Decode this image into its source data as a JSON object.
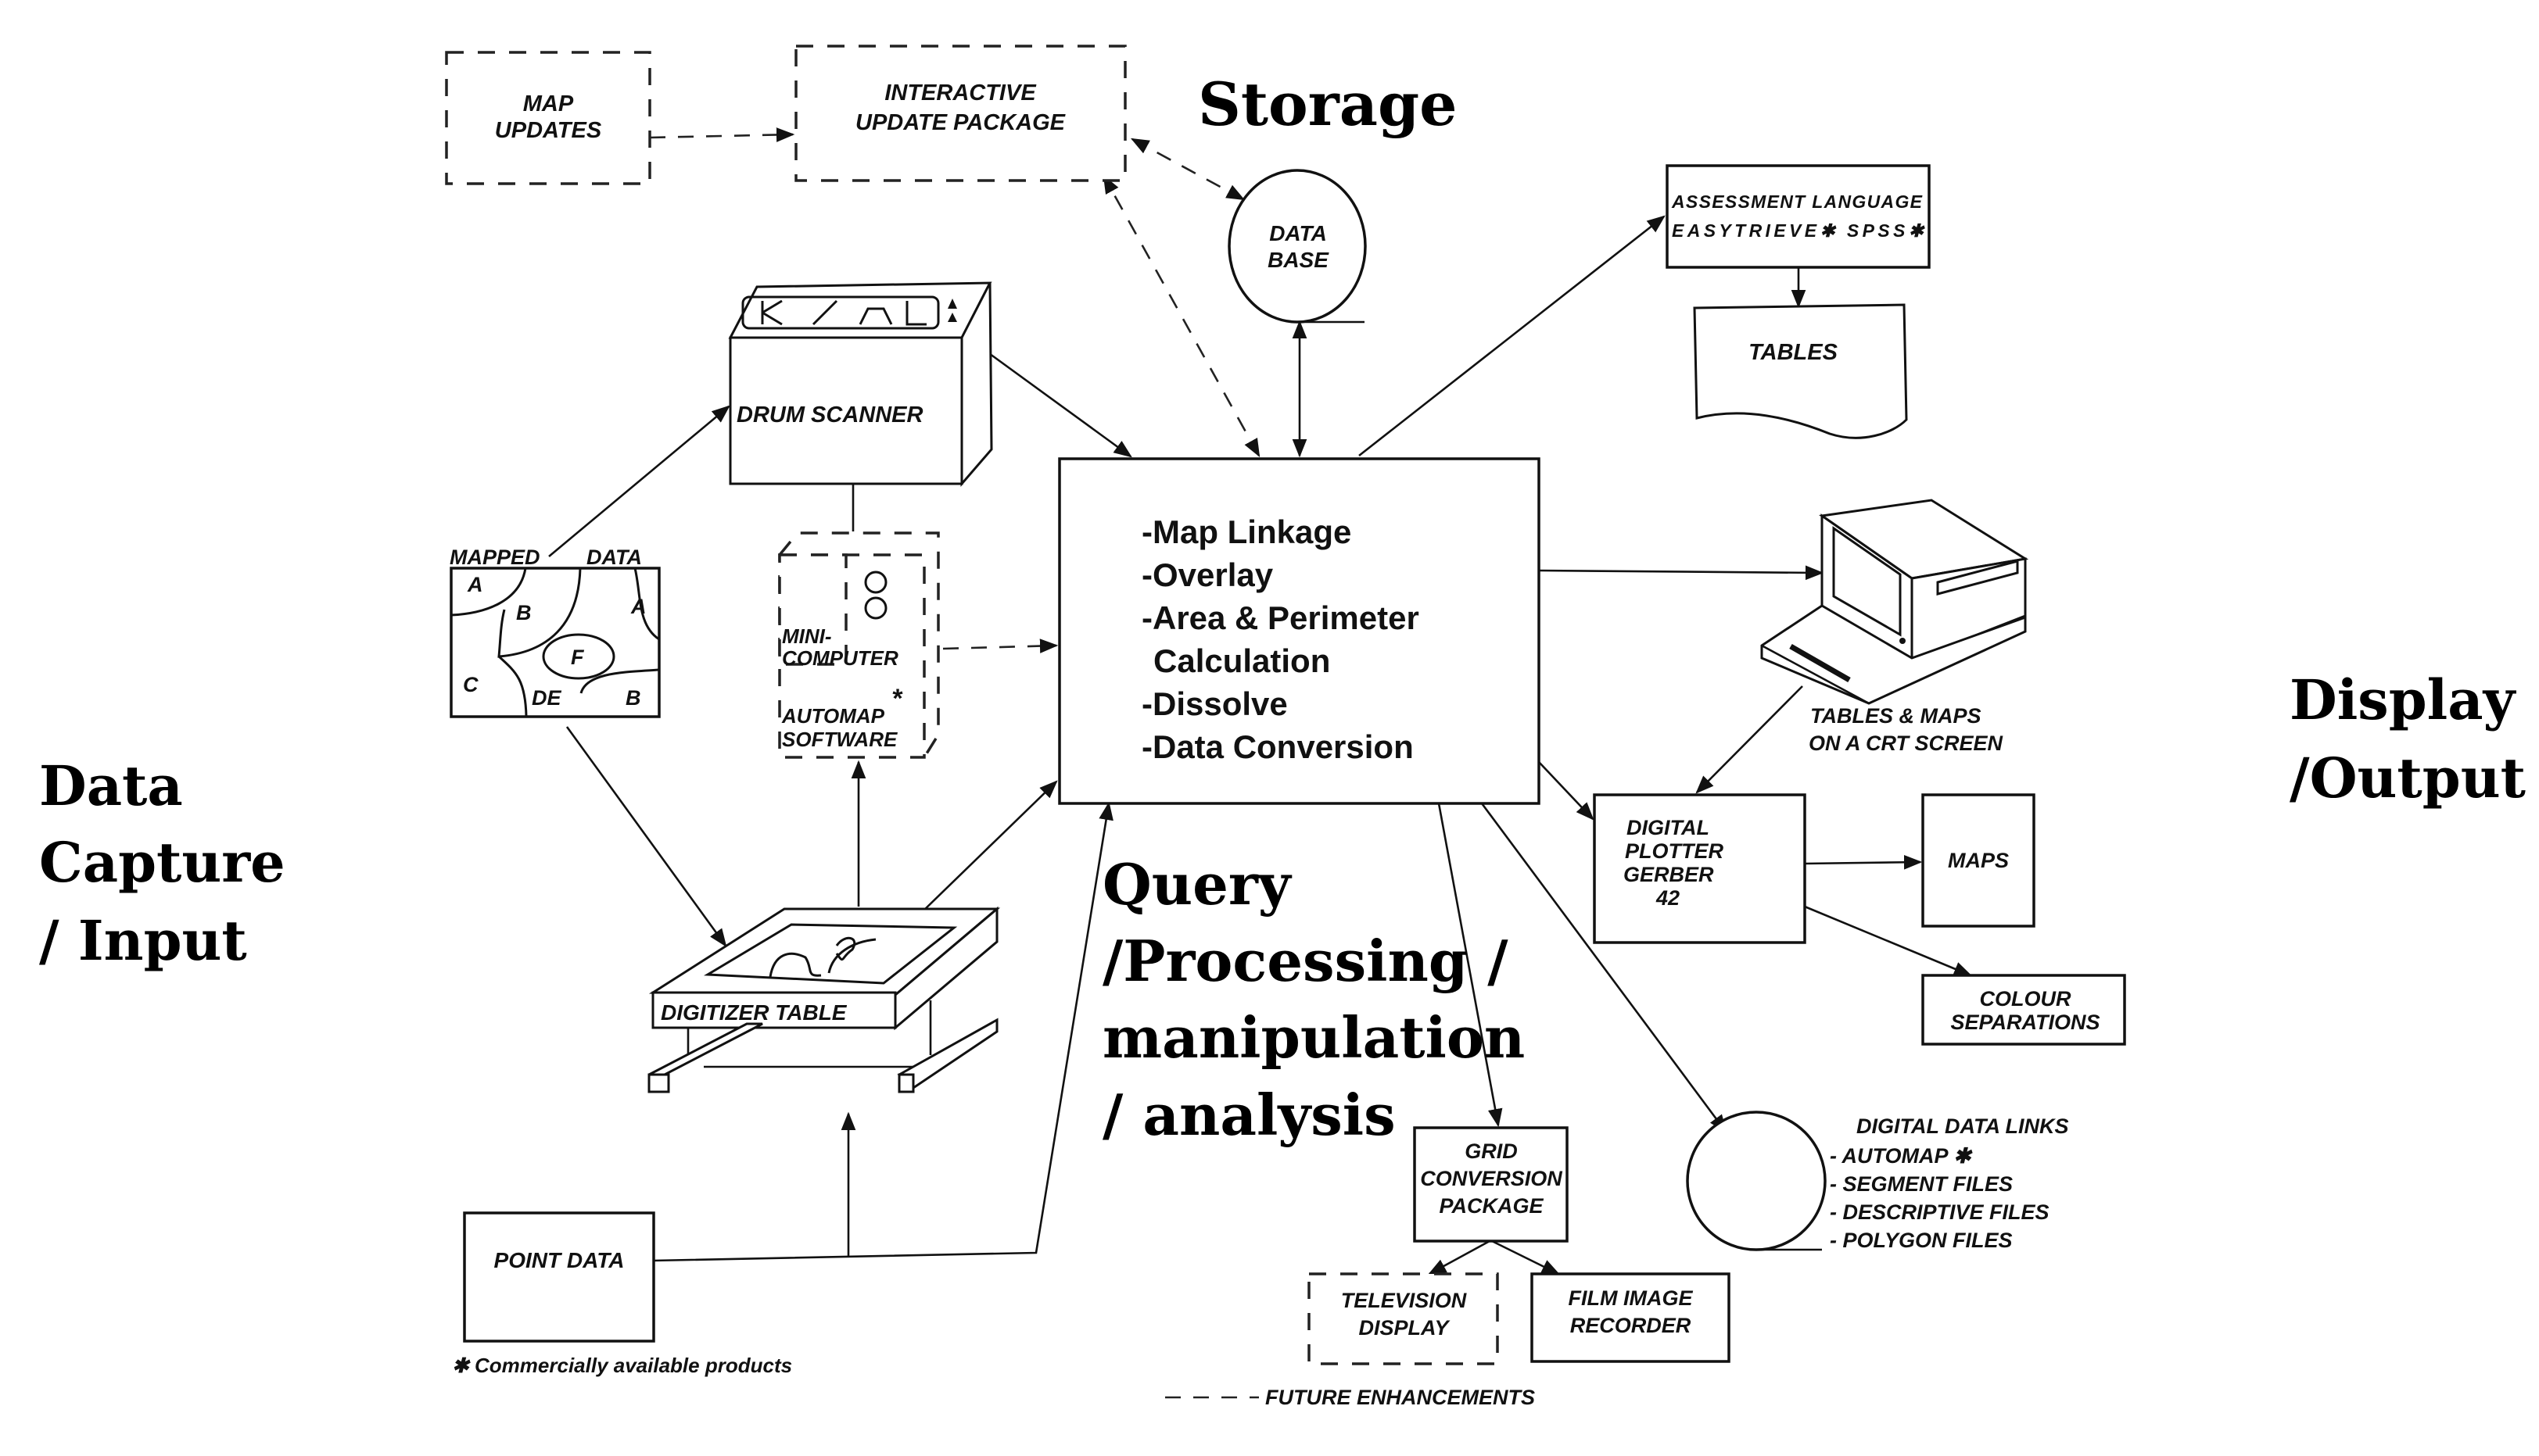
{
  "stages": {
    "storage": "Storage",
    "input": [
      "Data",
      "Capture",
      "/ Input"
    ],
    "processing": [
      "Query",
      "/Processing /",
      "manipulation",
      "/ analysis"
    ],
    "output": [
      "Display",
      "/Output"
    ]
  },
  "nodes": {
    "map_updates": [
      "MAP",
      "UPDATES"
    ],
    "interactive_update": [
      "INTERACTIVE",
      "UPDATE PACKAGE"
    ],
    "database": [
      "DATA",
      "BASE"
    ],
    "assessment": [
      "ASSESSMENT LANGUAGE",
      "EASYTRIEVE✱   SPSS✱"
    ],
    "tables": "TABLES",
    "drum_scanner": "DRUM SCANNER",
    "mapped_data": {
      "title_left": "MAPPED",
      "title_right": "DATA",
      "regions": [
        "A",
        "B",
        "A",
        "F",
        "C",
        "DE",
        "B"
      ]
    },
    "mini_computer": [
      "MINI-",
      "COMPUTER",
      "*",
      "AUTOMAP",
      "SOFTWARE"
    ],
    "processing_functions": [
      "-Map Linkage",
      "-Overlay",
      "-Area & Perimeter",
      " Calculation",
      "-Dissolve",
      "-Data Conversion"
    ],
    "crt_caption": [
      "TABLES & MAPS",
      "ON A CRT SCREEN"
    ],
    "plotter": [
      "DIGITAL",
      "PLOTTER",
      "GERBER",
      "42"
    ],
    "maps": "MAPS",
    "colour_separations": [
      "COLOUR",
      "SEPARATIONS"
    ],
    "digitizer_table": "DIGITIZER TABLE",
    "point_data": "POINT DATA",
    "grid_conversion": [
      "GRID",
      "CONVERSION",
      "PACKAGE"
    ],
    "television_display": [
      "TELEVISION",
      "DISPLAY"
    ],
    "film_image_recorder": [
      "FILM   IMAGE",
      "RECORDER"
    ],
    "digital_data_links": [
      "DIGITAL  DATA  LINKS",
      "- AUTOMAP ✱",
      "- SEGMENT  FILES",
      "- DESCRIPTIVE  FILES",
      "- POLYGON  FILES"
    ]
  },
  "legend": {
    "commercial": "✱ Commercially available products",
    "future": "FUTURE  ENHANCEMENTS"
  },
  "colors": {
    "ink": "#111111",
    "background": "#ffffff"
  }
}
